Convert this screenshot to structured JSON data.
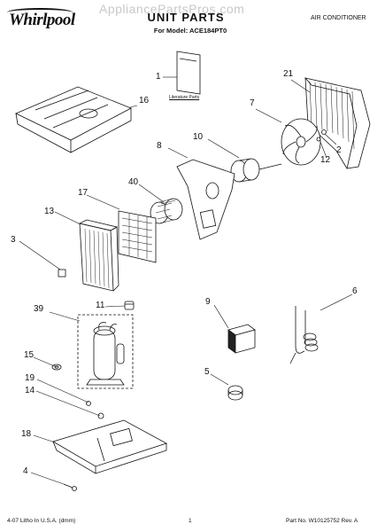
{
  "header": {
    "brand": "Whirlpool",
    "watermark": "AppliancePartsPros.com",
    "title": "UNIT PARTS",
    "model_line": "For Model: ACE184PT0",
    "category": "AIR CONDITIONER"
  },
  "diagram": {
    "literature_label": "Literature Parts",
    "callouts": [
      "1",
      "21",
      "16",
      "7",
      "2",
      "12",
      "10",
      "8",
      "40",
      "17",
      "13",
      "3",
      "9",
      "6",
      "11",
      "39",
      "15",
      "5",
      "19",
      "14",
      "18",
      "4"
    ]
  },
  "footer": {
    "left": "4-07 Litho In U.S.A. (dmm)",
    "center": "1",
    "right": "Part No. W10125752 Rev. A"
  },
  "colors": {
    "line": "#111111",
    "watermark": "#c8c8c8",
    "background": "#ffffff"
  }
}
